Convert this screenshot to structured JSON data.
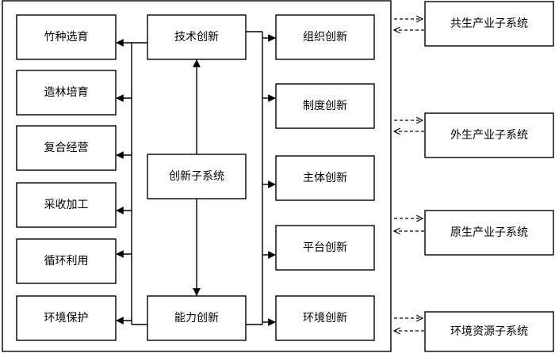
{
  "left_boxes": [
    "竹种选育",
    "造林培育",
    "复合经营",
    "采收加工",
    "循环利用",
    "环境保护"
  ],
  "center_boxes": {
    "top": "技术创新",
    "middle": "创新子系统",
    "bottom": "能力创新"
  },
  "right_boxes": [
    "组织创新",
    "制度创新",
    "主体创新",
    "平台创新",
    "环境创新"
  ],
  "outer_boxes": [
    "共生产业子系统",
    "外生产业子系统",
    "原生产业子系统",
    "环境资源子系统"
  ]
}
